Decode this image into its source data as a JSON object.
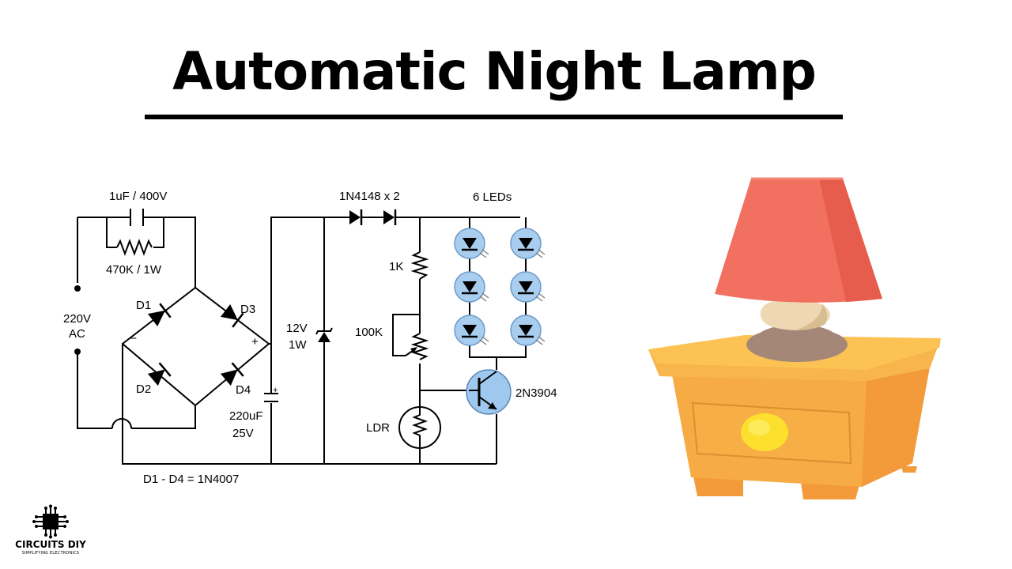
{
  "title": "Automatic Night Lamp",
  "schematic": {
    "labels": {
      "c1": "1uF / 400V",
      "r1": "470K / 1W",
      "ac_voltage": "220V",
      "ac": "AC",
      "d1": "D1",
      "d2": "D2",
      "d3": "D3",
      "d4": "D4",
      "minus": "–",
      "plus": "+",
      "cap_plus": "+",
      "c2_value": "220uF",
      "c2_voltage": "25V",
      "zener_voltage": "12V",
      "zener_power": "1W",
      "series_diodes": "1N4148 x 2",
      "leds": "6 LEDs",
      "r2": "1K",
      "pot": "100K",
      "ldr": "LDR",
      "transistor": "2N3904",
      "diode_note": "D1 - D4 = 1N4007"
    },
    "colors": {
      "wire": "#000000",
      "led_fill": "#a9cdee",
      "transistor_fill": "#9fc8ee"
    }
  },
  "illustration": {
    "subject": "night-lamp-on-bedside-table",
    "colors": {
      "shade": "#f2705f",
      "table_top": "#fcc254",
      "table_body": "#f7ae47",
      "knob": "#fde02d"
    }
  },
  "logo": {
    "name": "CIRCUITS DIY",
    "tagline": "SIMPLIFYING ELECTRONICS",
    "icon": "chip-icon"
  }
}
